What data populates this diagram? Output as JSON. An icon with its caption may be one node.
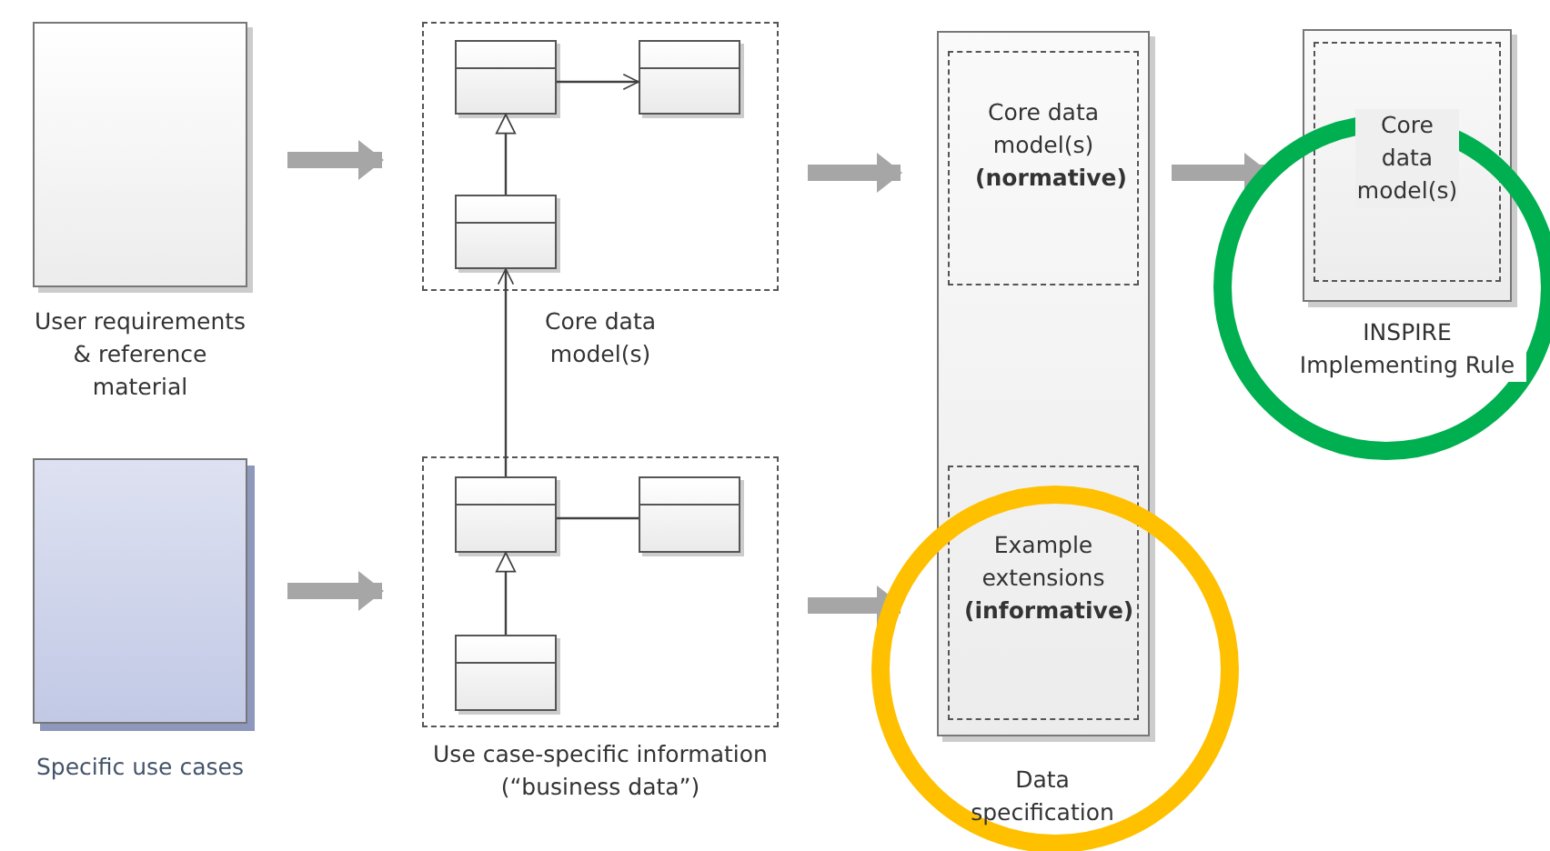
{
  "diagram": {
    "nodes": [
      {
        "text": [
          "User requirements & reference material"
        ]
      },
      {
        "text": [
          "Core data model(s)"
        ]
      },
      {
        "text": [],
        "shape": "box",
        "in": 1
      },
      {
        "text": [],
        "shape": "box",
        "in": 1
      },
      {
        "text": [],
        "shape": "box",
        "in": 1
      },
      {
        "text": [
          "Specific use cases"
        ]
      },
      {
        "text": [
          "Use case-specific information (“business data”)"
        ]
      },
      {
        "text": [],
        "shape": "box",
        "in": 6
      },
      {
        "text": [],
        "shape": "box",
        "in": 6
      },
      {
        "text": [],
        "shape": "box",
        "in": 6
      },
      {
        "text": [
          "Data specification"
        ]
      },
      {
        "text": [
          "Core data model(s) **(normative)**"
        ],
        "in": 10
      },
      {
        "text": [
          "Example extensions **(informative)**"
        ],
        "in": 10
      },
      {
        "text": [
          "INSPIRE Implementing Rule"
        ]
      },
      {
        "text": [
          "Core data model(s)"
        ],
        "in": 13
      }
    ],
    "edges": [
      {
        "from": 0,
        "to": 1,
        "arrow": "to",
        "style": "thick",
        "color": "#a6a6a6"
      },
      {
        "from": 2,
        "to": 3,
        "arrow": "to",
        "color": "#404040"
      },
      {
        "from": 4,
        "to": 2,
        "arrow": "to",
        "color": "#404040"
      },
      {
        "from": 7,
        "to": 4,
        "arrow": "to",
        "color": "#404040"
      },
      {
        "from": 7,
        "to": 8,
        "arrow": "none",
        "color": "#404040"
      },
      {
        "from": 9,
        "to": 7,
        "arrow": "to",
        "color": "#404040"
      },
      {
        "from": 5,
        "to": 6,
        "arrow": "to",
        "style": "thick",
        "color": "#a6a6a6"
      },
      {
        "from": 1,
        "to": 10,
        "arrow": "to",
        "style": "thick",
        "color": "#a6a6a6"
      },
      {
        "from": 6,
        "to": 10,
        "arrow": "to",
        "style": "thick",
        "color": "#a6a6a6"
      },
      {
        "from": 10,
        "to": 13,
        "arrow": "to",
        "style": "thick",
        "color": "#a6a6a6"
      }
    ]
  }
}
